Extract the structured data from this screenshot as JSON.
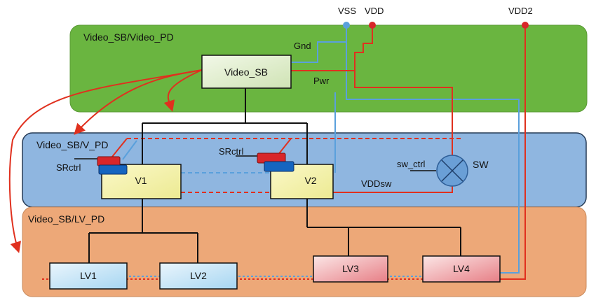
{
  "domains": {
    "video_pd": {
      "label": "Video_SB/Video_PD",
      "color": "#6ab540"
    },
    "v_pd": {
      "label": "Video_SB/V_PD",
      "color": "#8fb6e0"
    },
    "lv_pd": {
      "label": "Video_SB/LV_PD",
      "color": "#eda878"
    }
  },
  "blocks": {
    "video_sb": "Video_SB",
    "v1": "V1",
    "v2": "V2",
    "lv1": "LV1",
    "lv2": "LV2",
    "lv3": "LV3",
    "lv4": "LV4"
  },
  "rails": {
    "vss": "VSS",
    "vdd": "VDD",
    "vdd2": "VDD2"
  },
  "labels": {
    "gnd": "Gnd",
    "pwr": "Pwr",
    "srctrl_left": "SRctrl",
    "srctrl_right": "SRctrl",
    "sw_ctrl": "sw_ctrl",
    "sw": "SW",
    "vddsw": "VDDsw"
  },
  "colors": {
    "power": "#e0301e",
    "ground": "#5aa0dc",
    "tree": "#111111",
    "sr_red": "#d8262a",
    "sr_blue": "#1565c0",
    "switch": "#6a9fd6"
  }
}
